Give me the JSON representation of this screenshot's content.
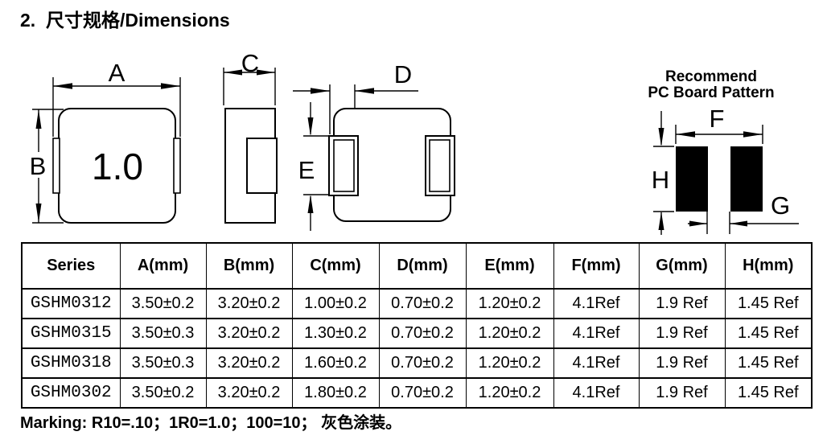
{
  "page": {
    "title": "2.  尺寸规格/Dimensions",
    "marking_note": "Marking: R10=.10；1R0=1.0；100=10； 灰色涂装。"
  },
  "drawings": {
    "top_view": {
      "label_a": "A",
      "label_b": "B",
      "body_marking": "1.0"
    },
    "side_view": {
      "label_c": "C"
    },
    "bottom_view": {
      "label_d": "D",
      "label_e": "E"
    },
    "pcb_pattern": {
      "title_line1": "Recommend",
      "title_line2": "PC Board Pattern",
      "label_f": "F",
      "label_g": "G",
      "label_h": "H"
    }
  },
  "table": {
    "headers": [
      "Series",
      "A(mm)",
      "B(mm)",
      "C(mm)",
      "D(mm)",
      "E(mm)",
      "F(mm)",
      "G(mm)",
      "H(mm)"
    ],
    "rows": [
      [
        "GSHM0312",
        "3.50±0.2",
        "3.20±0.2",
        "1.00±0.2",
        "0.70±0.2",
        "1.20±0.2",
        "4.1Ref",
        "1.9 Ref",
        "1.45 Ref"
      ],
      [
        "GSHM0315",
        "3.50±0.3",
        "3.20±0.2",
        "1.30±0.2",
        "0.70±0.2",
        "1.20±0.2",
        "4.1Ref",
        "1.9 Ref",
        "1.45 Ref"
      ],
      [
        "GSHM0318",
        "3.50±0.3",
        "3.20±0.2",
        "1.60±0.2",
        "0.70±0.2",
        "1.20±0.2",
        "4.1Ref",
        "1.9 Ref",
        "1.45 Ref"
      ],
      [
        "GSHM0302",
        "3.50±0.2",
        "3.20±0.2",
        "1.80±0.2",
        "0.70±0.2",
        "1.20±0.2",
        "4.1Ref",
        "1.9 Ref",
        "1.45 Ref"
      ]
    ]
  },
  "colors": {
    "ink": "#000000",
    "paper": "#ffffff"
  }
}
